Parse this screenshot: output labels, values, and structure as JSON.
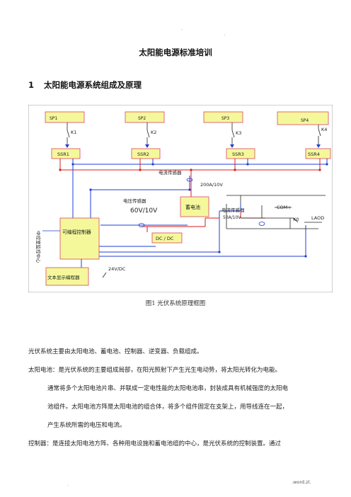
{
  "header_marks": [
    ".",
    "."
  ],
  "title": "太阳能电源标准培训",
  "section": {
    "number": "1",
    "title": "太阳能电源系统组成及原理"
  },
  "diagram": {
    "panels": [
      "SP1",
      "SP2",
      "SP3",
      "SP4"
    ],
    "switches": [
      "K1",
      "K2",
      "K3",
      "K4"
    ],
    "ssr": [
      "SSR1",
      "SSR2",
      "SSR3",
      "SSR4"
    ],
    "current_sensor_top": "电流传感器",
    "current_sensor_top_rating": "200A/10V",
    "voltage_sensor": "电压传感器",
    "voltage_sensor_rating": "60V/10V",
    "battery": "蓄电池",
    "current_sensor_right": "电流传感器",
    "current_sensor_right_rating": "50A/10V",
    "com": "COM+",
    "k0": "K0",
    "load": "LAOD",
    "controller": "可编程控制器",
    "dcdc": "DC / DC",
    "supply": "24V/DC",
    "text_display": "文本显示编程器",
    "side_label": "中控室监控中心"
  },
  "figure_caption": "图1  光伏系统原理框图",
  "paragraphs": [
    "光伏系统主要由太阳电池、蓄电池、控制器、逆变器、负载组成。",
    "太阳电池：是光伏系统的主要组成局部，在阳光照射下产生光生电动势，将太阳光转化为电能。",
    "通常将多个太阳电池片串、并联成一定电性能的太阳电池串，封装成具有机械强度的太阳电",
    "池组件。太阳电池方阵是太阳电池的组合体，将多个组件固定在支架上，用导线连在一起，",
    "产生系统所需的电压和电流。",
    "控制器：是连接太阳电池方阵、各种用电设施和蓄电池组的中心，是光伏系统的控制装置。通过"
  ],
  "footer": {
    "left": ".",
    "right": ".word.zl."
  }
}
